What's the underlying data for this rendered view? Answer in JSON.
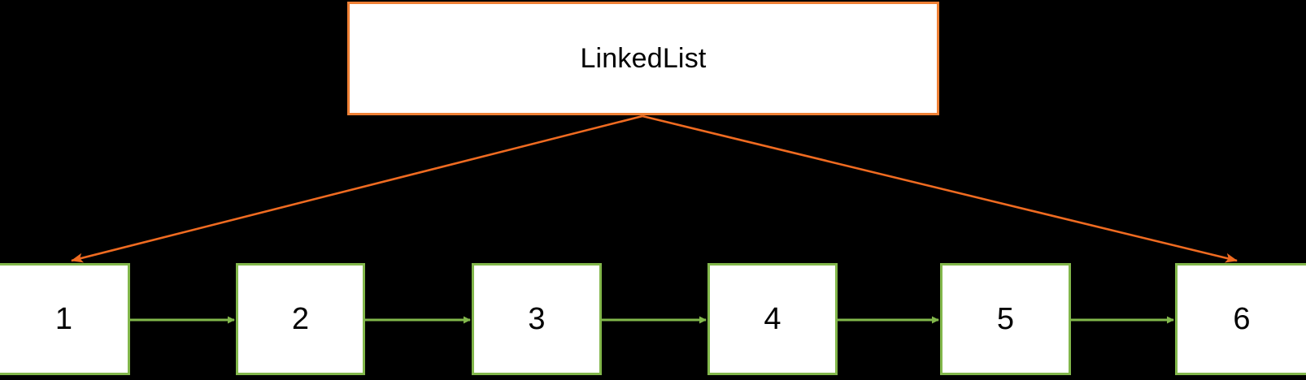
{
  "diagram": {
    "title": "LinkedList",
    "background_color": "#000000",
    "type": "linked-list-structure-diagram"
  },
  "class_box": {
    "label": "LinkedList",
    "fill_color": "#ffffff",
    "border_color": "#ef8035",
    "text_color": "#000000"
  },
  "nodes": [
    {
      "value": "1"
    },
    {
      "value": "2"
    },
    {
      "value": "3"
    },
    {
      "value": "4"
    },
    {
      "value": "5"
    },
    {
      "value": "6"
    }
  ],
  "node_style": {
    "fill_color": "#ffffff",
    "border_color": "#82b74b",
    "text_color": "#000000"
  },
  "connectors": {
    "next_pointer_color": "#82b74b",
    "reference_arrow_color": "#ef6b21",
    "next_pointer_count": 5,
    "reference_arrow_count": 2
  }
}
